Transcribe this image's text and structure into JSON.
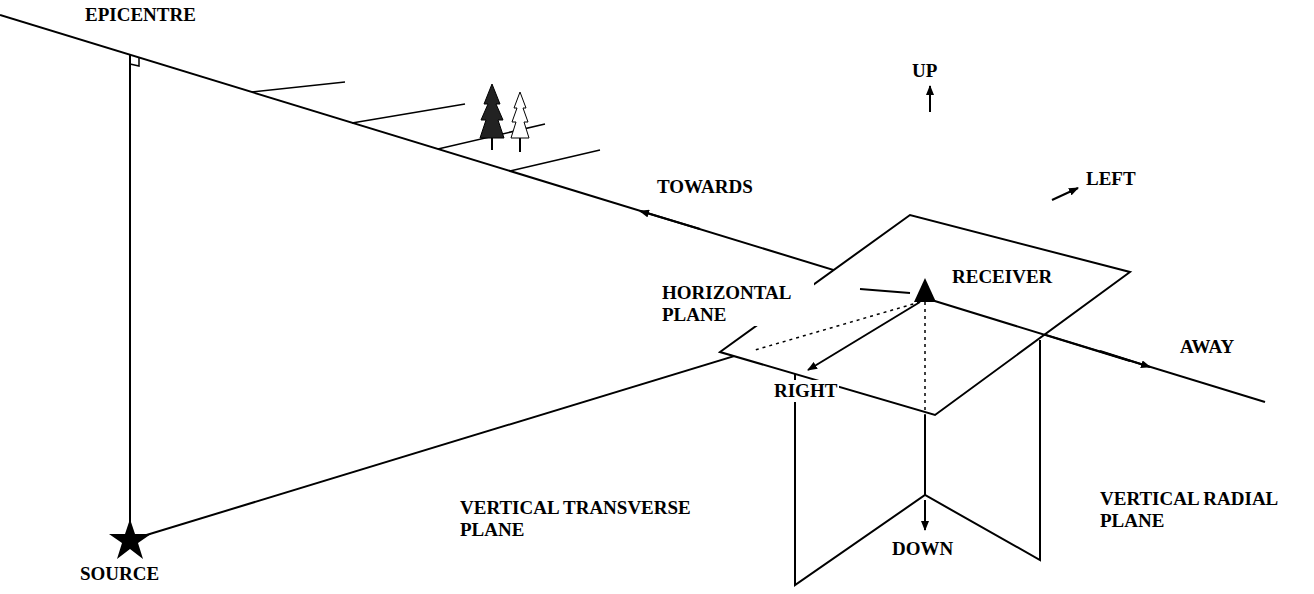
{
  "diagram": {
    "labels": [
      "EPICENTRE",
      "UP",
      "TOWARDS",
      "LEFT",
      "RECEIVER",
      "HORIZONTAL PLANE",
      "AWAY",
      "RIGHT",
      "VERTICAL TRANSVERSE PLANE",
      "VERTICAL RADIAL PLANE",
      "DOWN",
      "SOURCE"
    ]
  }
}
